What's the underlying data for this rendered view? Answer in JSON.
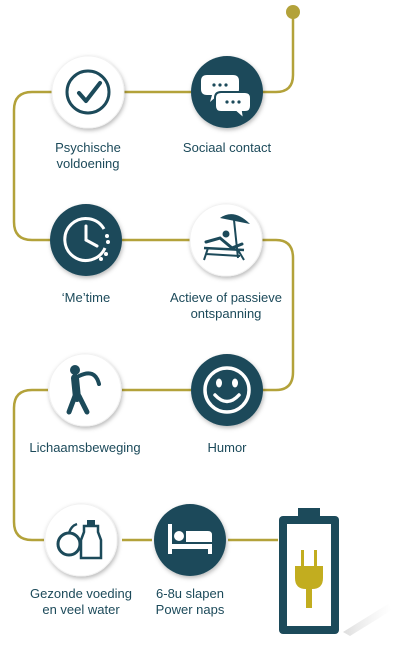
{
  "steps": [
    {
      "id": "psychische-voldoening",
      "label": "Psychische\nvoldoening",
      "icon": "checkmark-icon",
      "style": "outline"
    },
    {
      "id": "sociaal-contact",
      "label": "Sociaal contact",
      "icon": "chat-bubbles-icon",
      "style": "filled"
    },
    {
      "id": "me-time",
      "label": "‘Me’time",
      "icon": "clock-icon",
      "style": "filled"
    },
    {
      "id": "actieve-of-passieve-ontspanning",
      "label": "Actieve of passieve\nontspanning",
      "icon": "deck-chair-icon",
      "style": "outline"
    },
    {
      "id": "lichaamsbeweging",
      "label": "Lichaamsbeweging",
      "icon": "stretching-person-icon",
      "style": "outline"
    },
    {
      "id": "humor",
      "label": "Humor",
      "icon": "smiley-icon",
      "style": "filled"
    },
    {
      "id": "gezonde-voeding",
      "label": "Gezonde voeding\nen veel water",
      "icon": "apple-bottle-icon",
      "style": "outline"
    },
    {
      "id": "slapen",
      "label": "6-8u slapen\nPower naps",
      "icon": "bed-icon",
      "style": "filled"
    }
  ],
  "battery": {
    "icon": "battery-plug-icon"
  },
  "colors": {
    "dark_teal": "#1c4a5a",
    "path": "#b3a23a",
    "label": "#1c4a5a",
    "plug": "#c2ad1f",
    "white": "#ffffff"
  }
}
